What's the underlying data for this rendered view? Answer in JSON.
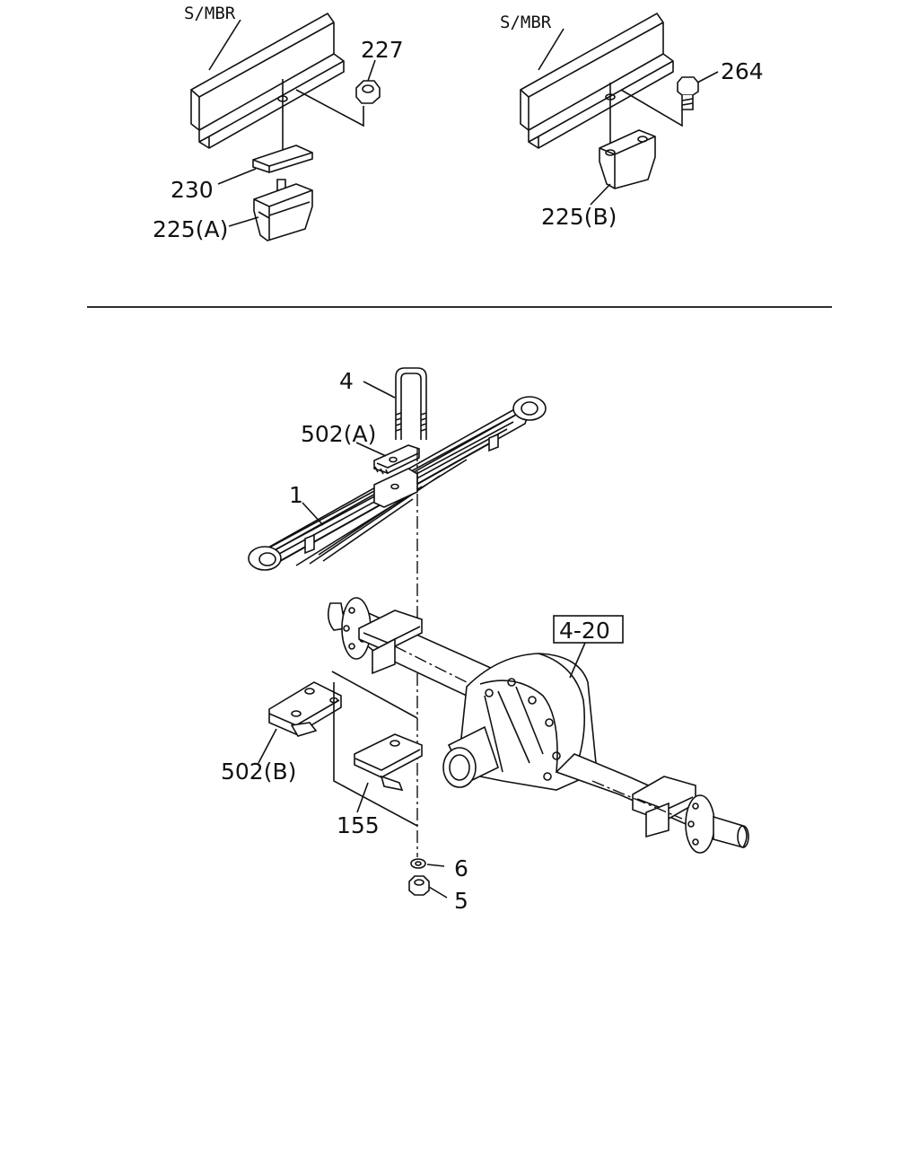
{
  "top_left": {
    "member_label": "S/MBR",
    "callouts": {
      "nut": "227",
      "plate": "230",
      "stopper": "225(A)"
    }
  },
  "top_right": {
    "member_label": "S/MBR",
    "callouts": {
      "bolt": "264",
      "stopper": "225(B)"
    }
  },
  "assembly": {
    "callouts": {
      "u_bolt": "4",
      "upper_plate": "502(A)",
      "leaf_spring": "1",
      "axle_ref": "4-20",
      "lower_plate": "502(B)",
      "bracket": "155",
      "washer": "6",
      "nut": "5"
    }
  }
}
